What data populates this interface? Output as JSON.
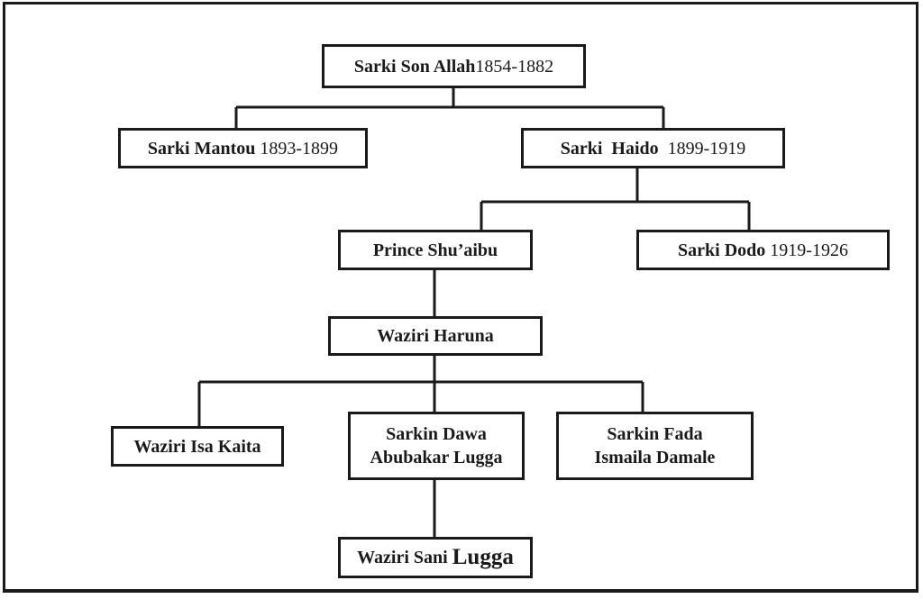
{
  "nodes": {
    "son_allah": {
      "name": "Sarki Son Allah",
      "dates": "1854-1882"
    },
    "mantou": {
      "name": "Sarki Mantou",
      "dates": "1893-1899"
    },
    "haido": {
      "name": "Sarki  Haido",
      "dates": "1899-1919"
    },
    "shuaibu": {
      "name": "Prince Shu’aibu"
    },
    "dodo": {
      "name": "Sarki Dodo",
      "dates": "1919-1926"
    },
    "haruna": {
      "name": "Waziri Haruna"
    },
    "isa_kaita": {
      "name": "Waziri Isa Kaita"
    },
    "sarkin_dawa": {
      "line1": "Sarkin Dawa",
      "line2": "Abubakar Lugga"
    },
    "sarkin_fada": {
      "line1": "Sarkin Fada",
      "line2": "Ismaila Damale"
    },
    "sani_lugga": {
      "name": "Waziri Sani",
      "name_emph": "Lugga"
    }
  }
}
